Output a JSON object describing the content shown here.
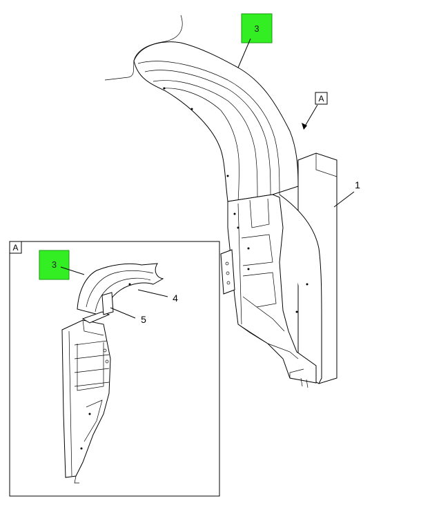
{
  "view_label": "A",
  "detail_view_label": "A",
  "highlight_color": "#33ee22",
  "callouts": {
    "part_1": "1",
    "part_3_main": "3",
    "part_3_detail": "3",
    "part_4": "4",
    "part_5": "5"
  }
}
